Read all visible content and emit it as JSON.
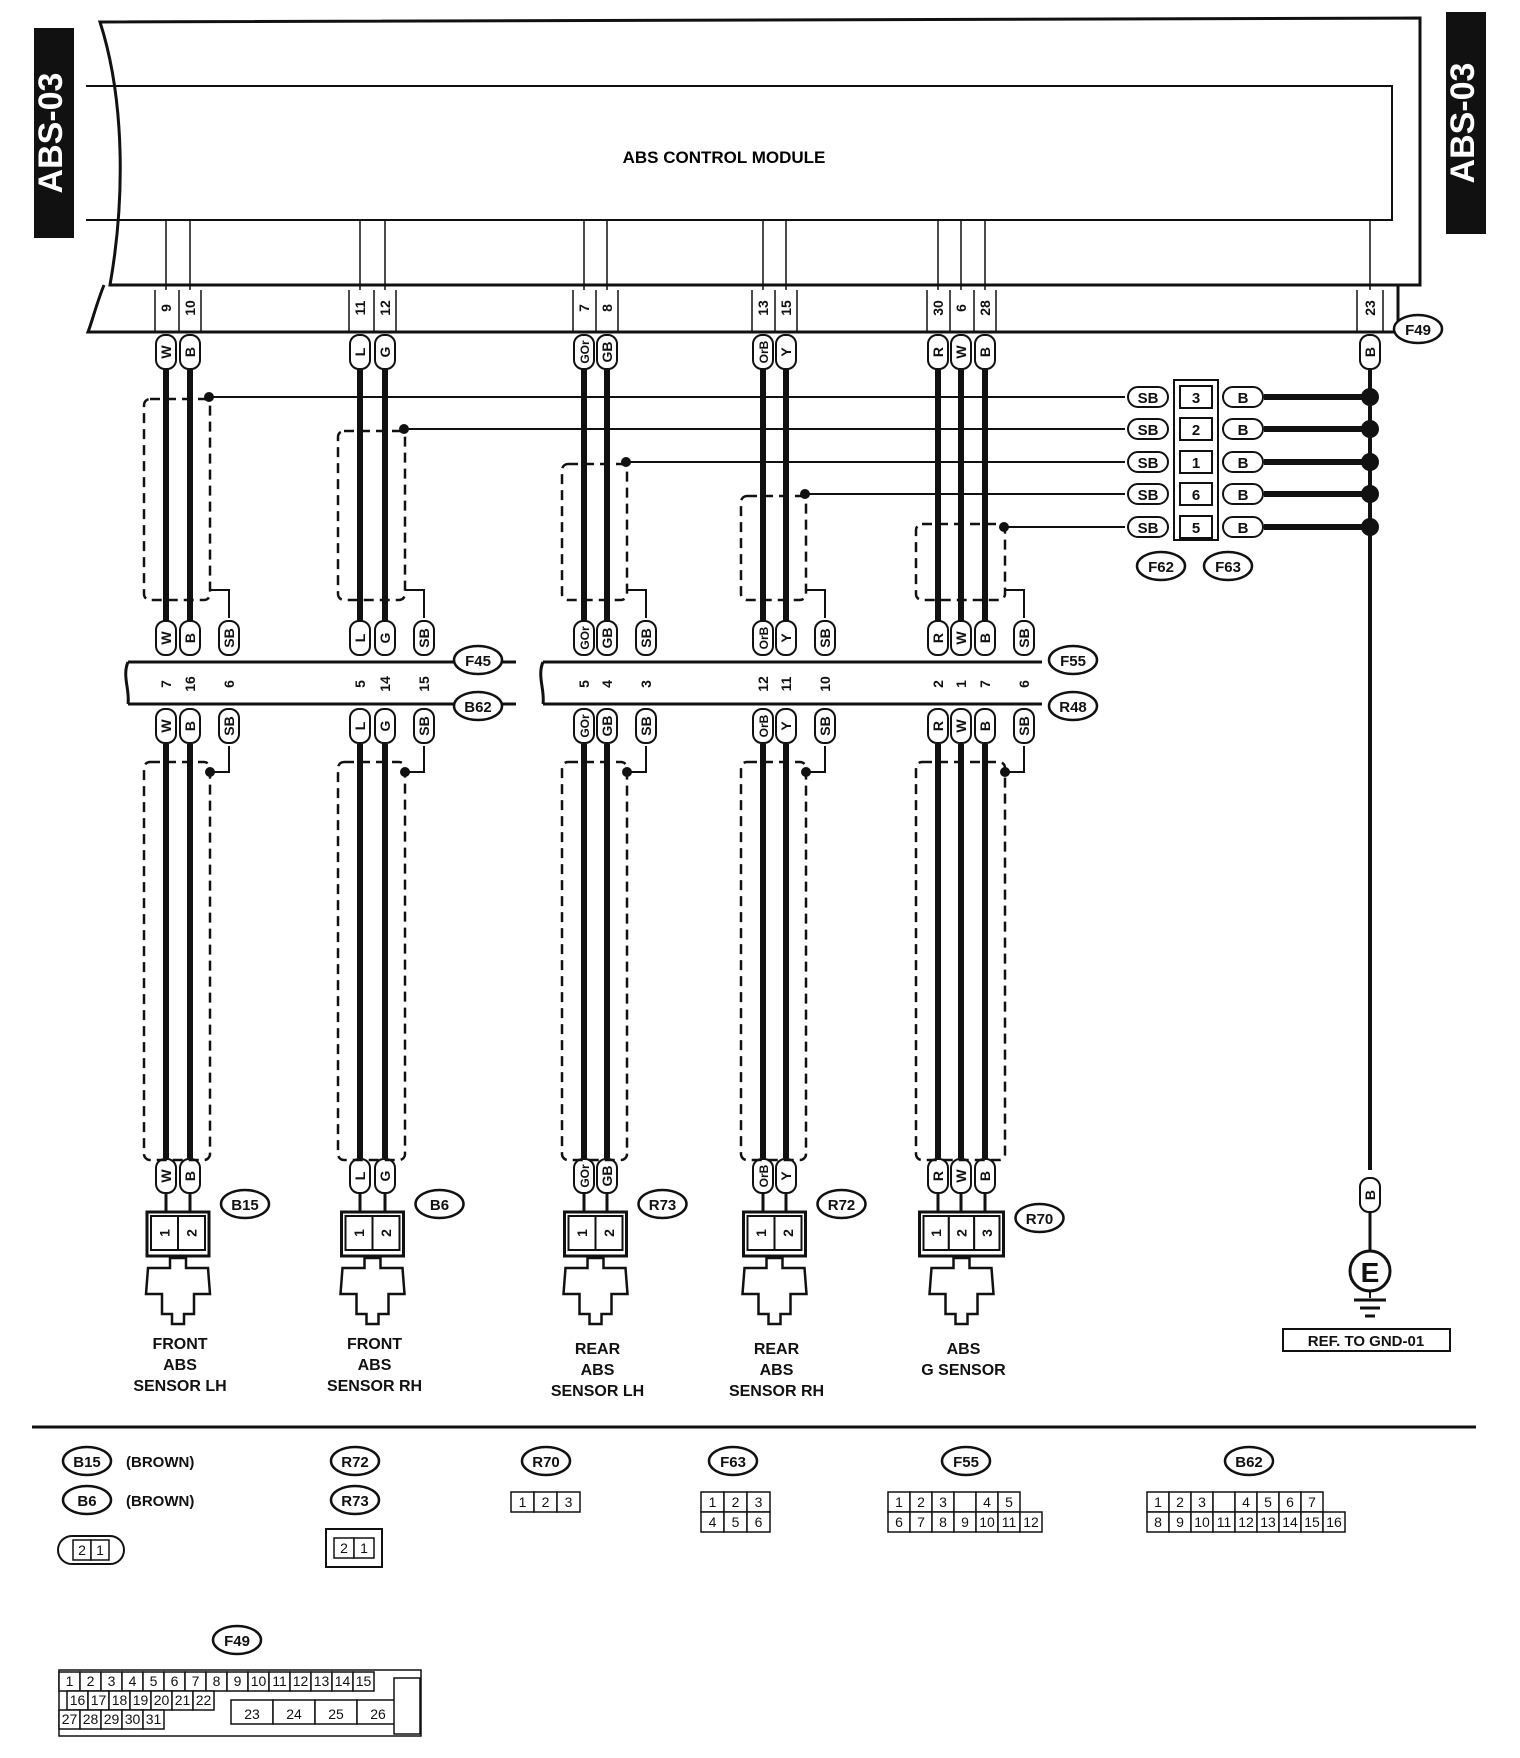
{
  "page": {
    "tag_left": "ABS-03",
    "tag_right": "ABS-03",
    "module_label": "ABS CONTROL MODULE",
    "module_connector": "F49",
    "shield_connectors_a": "F62",
    "shield_connectors_b": "F63",
    "ground_symbol": "E",
    "ground_ref": "REF. TO GND-01",
    "row_connectors": {
      "left_top": "F45",
      "left_bottom": "B62",
      "right_top": "F55",
      "right_bottom": "R48"
    }
  },
  "groups": [
    {
      "pins": [
        "9",
        "10"
      ],
      "colors": [
        "W",
        "B"
      ],
      "mid_top": [
        "W",
        "B",
        "SB"
      ],
      "mid_pins": [
        "7",
        "16",
        "6"
      ],
      "mid_bottom": [
        "W",
        "B",
        "SB"
      ],
      "bottom_colors": [
        "W",
        "B"
      ],
      "connector": "B15",
      "conn_pins": [
        "1",
        "2"
      ],
      "label": [
        "FRONT",
        "ABS",
        "SENSOR LH"
      ]
    },
    {
      "pins": [
        "11",
        "12"
      ],
      "colors": [
        "L",
        "G"
      ],
      "mid_top": [
        "L",
        "G",
        "SB"
      ],
      "mid_pins": [
        "5",
        "14",
        "15"
      ],
      "mid_bottom": [
        "L",
        "G",
        "SB"
      ],
      "bottom_colors": [
        "L",
        "G"
      ],
      "connector": "B6",
      "conn_pins": [
        "1",
        "2"
      ],
      "label": [
        "FRONT",
        "ABS",
        "SENSOR RH"
      ]
    },
    {
      "pins": [
        "7",
        "8"
      ],
      "colors": [
        "GOr",
        "GB"
      ],
      "mid_top": [
        "GOr",
        "GB",
        "SB"
      ],
      "mid_pins": [
        "5",
        "4",
        "3"
      ],
      "mid_bottom": [
        "GOr",
        "GB",
        "SB"
      ],
      "bottom_colors": [
        "GOr",
        "GB"
      ],
      "connector": "R73",
      "conn_pins": [
        "1",
        "2"
      ],
      "label": [
        "REAR",
        "ABS",
        "SENSOR LH"
      ]
    },
    {
      "pins": [
        "13",
        "15"
      ],
      "colors": [
        "OrB",
        "Y"
      ],
      "mid_top": [
        "OrB",
        "Y",
        "SB"
      ],
      "mid_pins": [
        "12",
        "11",
        "10"
      ],
      "mid_bottom": [
        "OrB",
        "Y",
        "SB"
      ],
      "bottom_colors": [
        "OrB",
        "Y"
      ],
      "connector": "R72",
      "conn_pins": [
        "1",
        "2"
      ],
      "label": [
        "REAR",
        "ABS",
        "SENSOR RH"
      ]
    },
    {
      "pins": [
        "30",
        "6",
        "28"
      ],
      "colors": [
        "R",
        "W",
        "B"
      ],
      "mid_top": [
        "R",
        "W",
        "B",
        "SB"
      ],
      "mid_pins": [
        "2",
        "1",
        "7",
        "6"
      ],
      "mid_bottom": [
        "R",
        "W",
        "B",
        "SB"
      ],
      "bottom_colors": [
        "R",
        "W",
        "B"
      ],
      "connector": "R70",
      "conn_pins": [
        "1",
        "2",
        "3"
      ],
      "label": [
        "ABS",
        "G SENSOR"
      ]
    }
  ],
  "ground_pin": {
    "pin": "23",
    "color": "B",
    "bottom_color": "B"
  },
  "shield_rows": [
    {
      "left": "SB",
      "pin": "3",
      "right": "B"
    },
    {
      "left": "SB",
      "pin": "2",
      "right": "B"
    },
    {
      "left": "SB",
      "pin": "1",
      "right": "B"
    },
    {
      "left": "SB",
      "pin": "6",
      "right": "B"
    },
    {
      "left": "SB",
      "pin": "5",
      "right": "B"
    }
  ],
  "legend": {
    "b15": "B15",
    "b15_color": "(BROWN)",
    "b6": "B6",
    "b6_color": "(BROWN)",
    "b_face": [
      "2",
      "1"
    ],
    "r72": "R72",
    "r73": "R73",
    "r_face": [
      "2",
      "1"
    ],
    "r70": "R70",
    "r70_face": [
      "1",
      "2",
      "3"
    ],
    "f63": "F63",
    "f63_face": [
      [
        "1",
        "2",
        "3"
      ],
      [
        "4",
        "5",
        "6"
      ]
    ],
    "f55": "F55",
    "f55_face": [
      [
        "1",
        "2",
        "3",
        "",
        "4",
        "5"
      ],
      [
        "6",
        "7",
        "8",
        "9",
        "10",
        "11",
        "12"
      ]
    ],
    "b62": "B62",
    "b62_face": [
      [
        "1",
        "2",
        "3",
        "",
        "4",
        "5",
        "6",
        "7"
      ],
      [
        "8",
        "9",
        "10",
        "11",
        "12",
        "13",
        "14",
        "15",
        "16"
      ]
    ],
    "f49": "F49",
    "f49_row1": [
      "1",
      "2",
      "3",
      "4",
      "5",
      "6",
      "7",
      "8",
      "9",
      "10",
      "11",
      "12",
      "13",
      "14",
      "15"
    ],
    "f49_row2": [
      "16",
      "17",
      "18",
      "19",
      "20",
      "21",
      "22"
    ],
    "f49_row3": [
      "27",
      "28",
      "29",
      "30",
      "31"
    ],
    "f49_big": [
      "23",
      "24",
      "25",
      "26"
    ]
  },
  "colors": {
    "ink": "#111111",
    "paper": "#ffffff"
  }
}
